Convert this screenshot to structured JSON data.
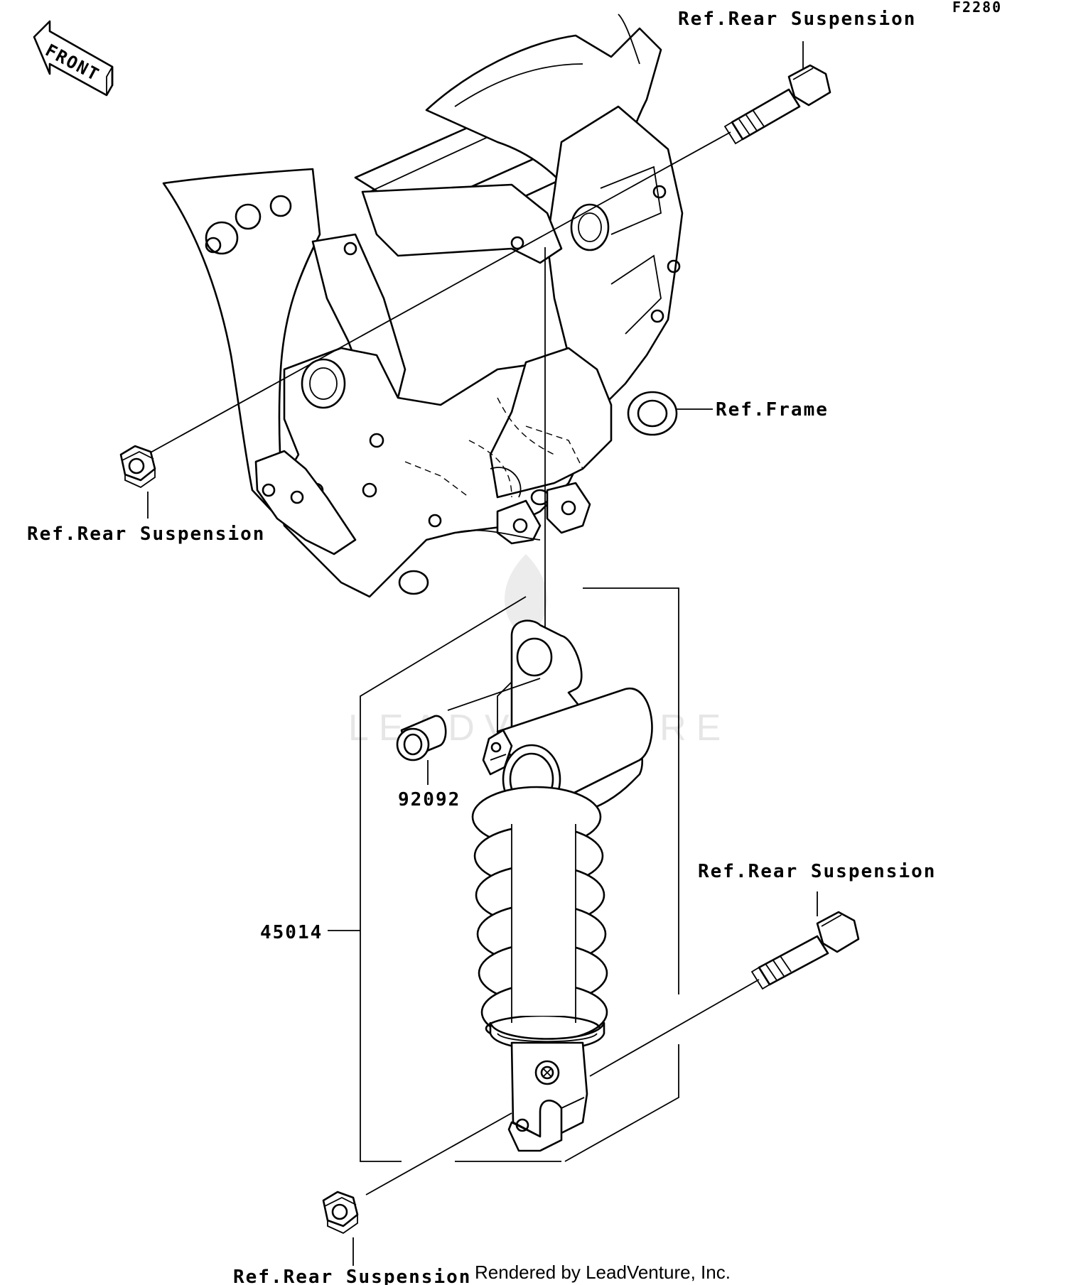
{
  "diagram_code": "F2280",
  "front_marker": "FRONT",
  "labels": {
    "ref_rear_suspension_top": "Ref.Rear Suspension",
    "ref_frame": "Ref.Frame",
    "ref_rear_suspension_left": "Ref.Rear Suspension",
    "ref_rear_suspension_right": "Ref.Rear Suspension",
    "ref_rear_suspension_bottom": "Ref.Rear Suspension"
  },
  "parts": [
    {
      "number": "92092"
    },
    {
      "number": "45014"
    }
  ],
  "watermark": "LEADVENTURE",
  "credit": "Rendered by LeadVenture, Inc."
}
